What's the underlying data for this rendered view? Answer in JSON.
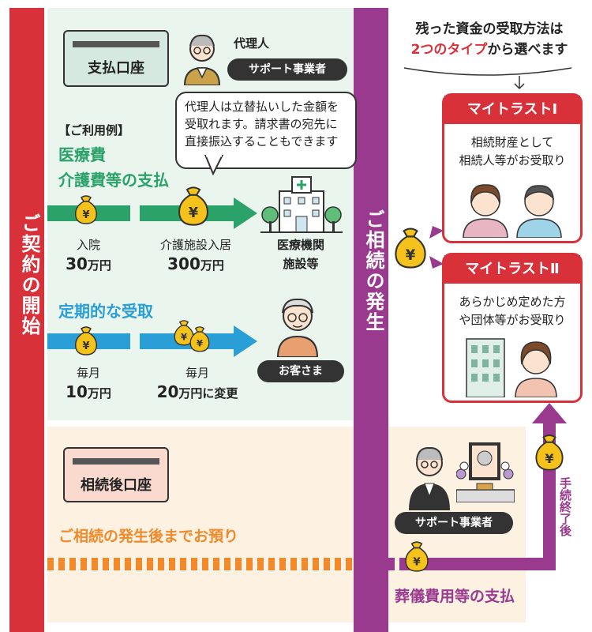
{
  "timeline": {
    "start_label": "ご契約の開始",
    "inherit_label": "ご相続の発生"
  },
  "payment_account": {
    "title": "支払口座",
    "agent_label": "代理人",
    "agent_badge": "サポート事業者",
    "speech": "代理人は立替払いした金額を受取れます。請求書の宛先に直接振込することもできます",
    "example_tag": "【ご利用例】",
    "medical_heading_1": "医療費",
    "medical_heading_2": "介護費等の支払",
    "step1_label": "入院",
    "step1_amount": "30",
    "step1_unit": "万円",
    "step2_label": "介護施設入居",
    "step2_amount": "300",
    "step2_unit": "万円",
    "dest1_label_1": "医療機関",
    "dest1_label_2": "施設等",
    "regular_heading": "定期的な受取",
    "step3_label": "毎月",
    "step3_amount": "10",
    "step3_unit": "万円",
    "step4_label": "毎月",
    "step4_amount": "20",
    "step4_unit": "万円に変更",
    "customer_badge": "お客さま"
  },
  "inheritance_account": {
    "title": "相続後口座",
    "deposit_text": "ご相続の発生後までお預り",
    "support_badge": "サポート事業者",
    "funeral_text": "葬儀費用等の支払",
    "after_label": "手続終了後"
  },
  "options": {
    "intro_1": "残った資金の受取方法は",
    "intro_2_highlight": "2つのタイプ",
    "intro_2_rest": "から選べます",
    "type1_title": "マイトラストⅠ",
    "type1_desc_1": "相続財産として",
    "type1_desc_2": "相続人等がお受取り",
    "type2_title": "マイトラストⅡ",
    "type2_desc_1": "あらかじめ定めた方",
    "type2_desc_2": "や団体等がお受取り"
  },
  "icons": {
    "money_bag": "money-bag-icon",
    "yen_symbol": "¥"
  },
  "colors": {
    "red": "#d8313a",
    "purple": "#9a3a8f",
    "green": "#2aa26a",
    "blue": "#2a9ed6",
    "orange": "#f08a2a"
  }
}
